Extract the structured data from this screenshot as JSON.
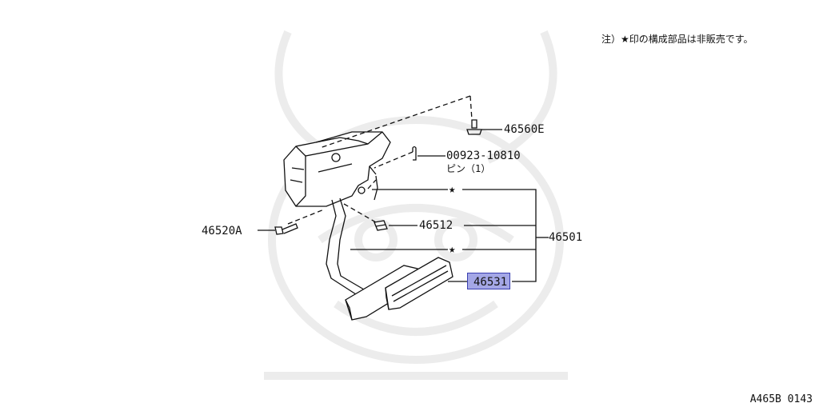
{
  "diagram": {
    "note": "注）★印の構成部品は非販売です。",
    "code": "A465B 0143",
    "star": "★",
    "parts": {
      "bolt_top": "46560E",
      "pin_number": "00923-10810",
      "pin_name": "ピン（1）",
      "bushing": "46512",
      "assembly": "46501",
      "pin_side": "46520A",
      "pad": "46531"
    },
    "highlight_color": "#5a5fd2"
  }
}
